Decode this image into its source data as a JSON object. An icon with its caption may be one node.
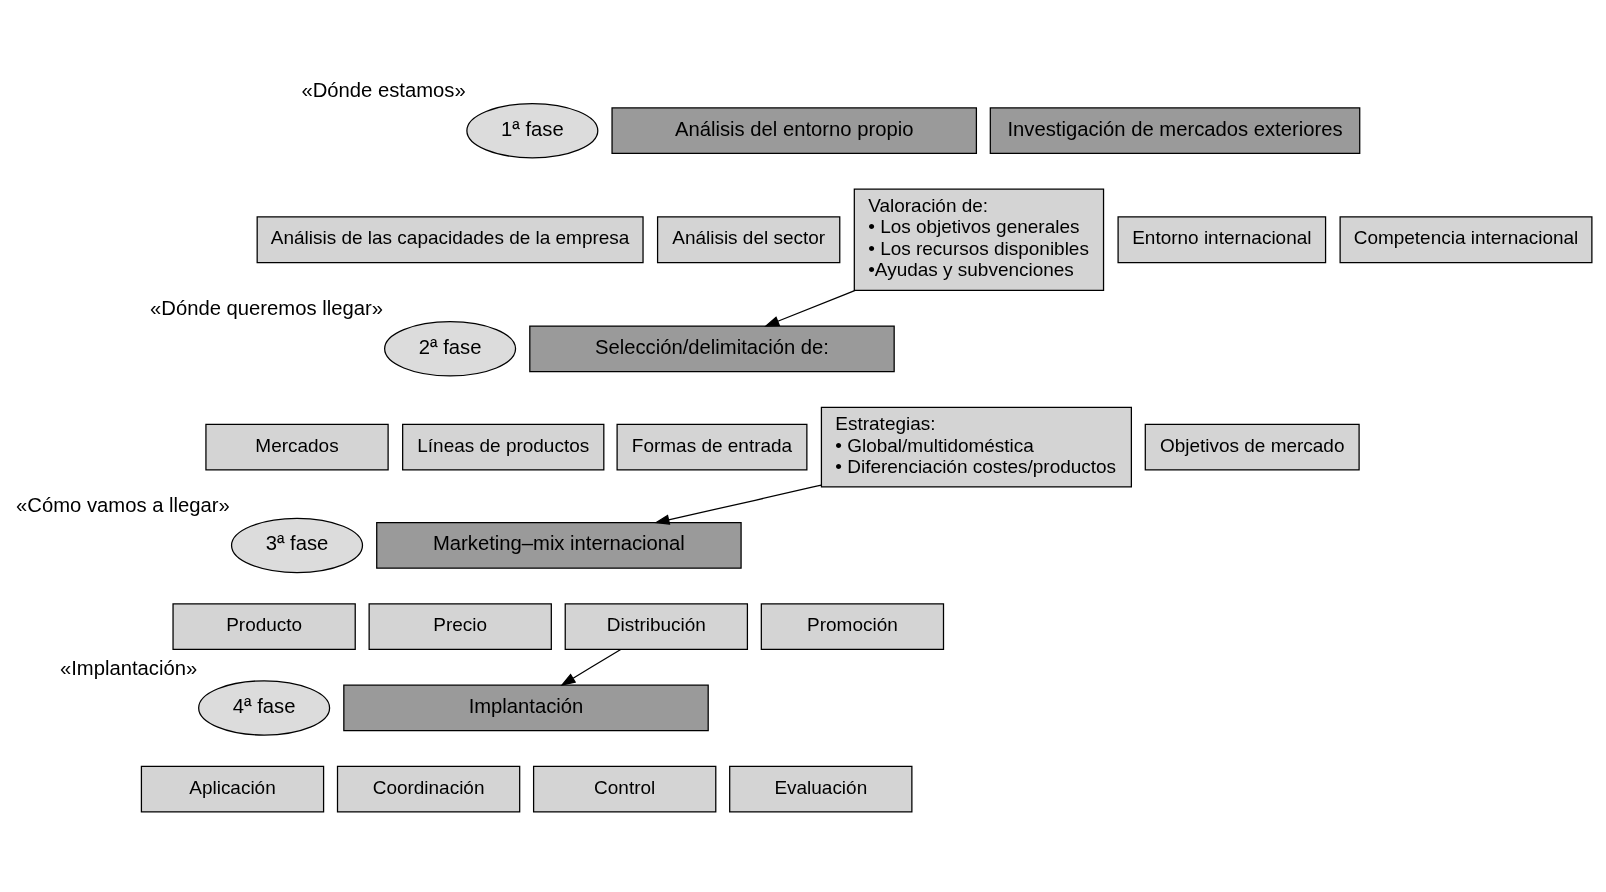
{
  "diagram": {
    "nodes": [
      {
        "text": [
          "1ª fase"
        ],
        "beside": [
          "«Dónde estamos»"
        ]
      },
      {
        "text": [
          "Análisis del entorno propio"
        ]
      },
      {
        "text": [
          "Investigación de mercados exteriores"
        ]
      },
      {
        "text": [
          "Análisis de las capacidades de la empresa"
        ]
      },
      {
        "text": [
          "Análisis del sector"
        ]
      },
      {
        "text": [
          "Valoración de:",
          "• Los objetivos generales",
          "• Los recursos disponibles",
          "•Ayudas y subvenciones"
        ]
      },
      {
        "text": [
          "Entorno internacional"
        ]
      },
      {
        "text": [
          "Competencia internacional"
        ]
      },
      {
        "text": [
          "2ª fase"
        ],
        "beside": [
          "«Dónde queremos llegar»"
        ]
      },
      {
        "text": [
          "Selección/delimitación de:"
        ]
      },
      {
        "text": [
          "Mercados"
        ]
      },
      {
        "text": [
          "Líneas de productos"
        ]
      },
      {
        "text": [
          "Formas de entrada"
        ]
      },
      {
        "text": [
          "Estrategias:",
          "• Global/multidoméstica",
          "• Diferenciación costes/productos"
        ]
      },
      {
        "text": [
          "Objetivos de mercado"
        ]
      },
      {
        "text": [
          "3ª fase"
        ],
        "beside": [
          "«Cómo vamos a llegar»"
        ]
      },
      {
        "text": [
          "Marketing–mix internacional"
        ]
      },
      {
        "text": [
          "Producto"
        ]
      },
      {
        "text": [
          "Precio"
        ]
      },
      {
        "text": [
          "Distribución"
        ]
      },
      {
        "text": [
          "Promoción"
        ]
      },
      {
        "text": [
          "4ª fase"
        ],
        "beside": [
          "«Implantación»"
        ]
      },
      {
        "text": [
          "Implantación"
        ]
      },
      {
        "text": [
          "Aplicación"
        ]
      },
      {
        "text": [
          "Coordinación"
        ]
      },
      {
        "text": [
          "Control"
        ]
      },
      {
        "text": [
          "Evaluación"
        ]
      }
    ],
    "edges": [
      {
        "from": 5,
        "to": 9,
        "arrow": "to"
      },
      {
        "from": 13,
        "to": 16,
        "arrow": "to"
      },
      {
        "from": 19,
        "to": 22,
        "arrow": "to"
      }
    ]
  }
}
